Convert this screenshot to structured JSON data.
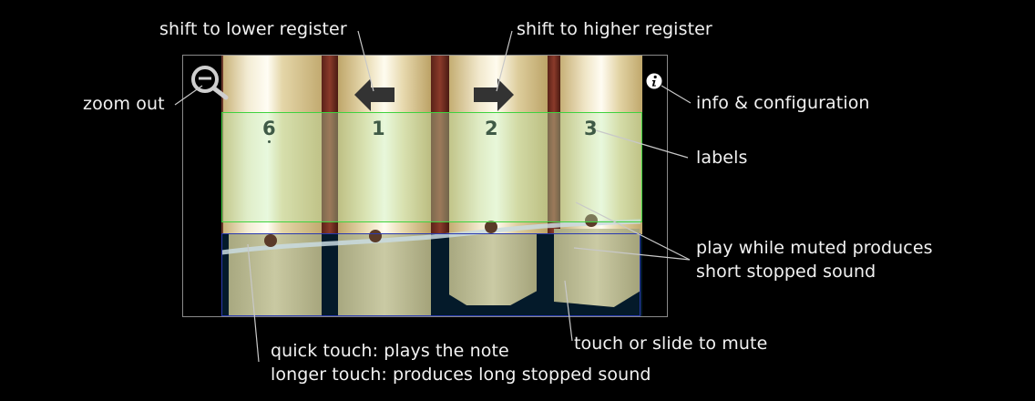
{
  "annotations": {
    "shift_lower": "shift to lower register",
    "shift_higher": "shift to higher register",
    "zoom_out": "zoom out",
    "info_config": "info & configuration",
    "labels": "labels",
    "play_muted_line1": "play while muted produces",
    "play_muted_line2": "short stopped sound",
    "touch_mute": "touch or slide to mute",
    "quick_touch": "quick touch: plays the note",
    "longer_touch": "longer touch: produces long stopped sound"
  },
  "instrument": {
    "bars": [
      {
        "label": "6",
        "dotted": true
      },
      {
        "label": "1",
        "dotted": false
      },
      {
        "label": "2",
        "dotted": false
      },
      {
        "label": "3",
        "dotted": false
      }
    ],
    "icons": {
      "zoom_out": "zoom-out-magnifier-icon",
      "prev_register": "arrow-left-icon",
      "next_register": "arrow-right-icon",
      "info": "info-icon"
    },
    "colors": {
      "label_zone_border": "#3fd23f",
      "mute_zone_border": "#2a3ab0",
      "frame_border": "#8a8a8a",
      "label_text": "#3f5a46",
      "arrow": "#333333"
    }
  }
}
